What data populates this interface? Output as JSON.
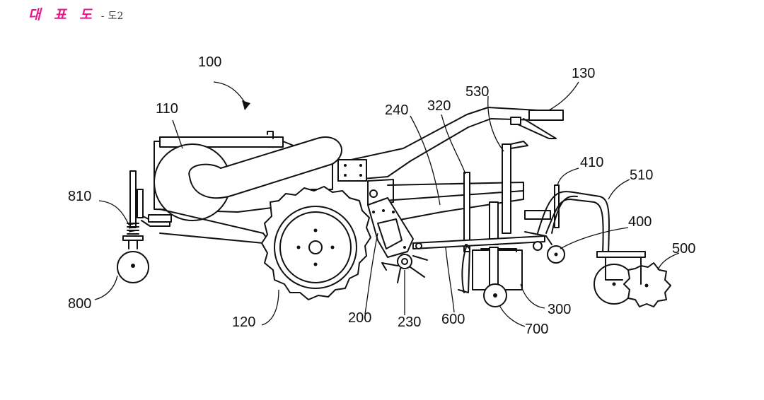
{
  "header": {
    "title": "대 표 도",
    "separator": "-",
    "figure": "도2"
  },
  "labels": {
    "l100": "100",
    "l110": "110",
    "l120": "120",
    "l130": "130",
    "l200": "200",
    "l230": "230",
    "l240": "240",
    "l300": "300",
    "l320": "320",
    "l400": "400",
    "l410": "410",
    "l500": "500",
    "l510": "510",
    "l530": "530",
    "l600": "600",
    "l700": "700",
    "l800": "800",
    "l810": "810"
  },
  "colors": {
    "header_title": "#e8158a",
    "line": "#111111",
    "background": "#ffffff"
  }
}
